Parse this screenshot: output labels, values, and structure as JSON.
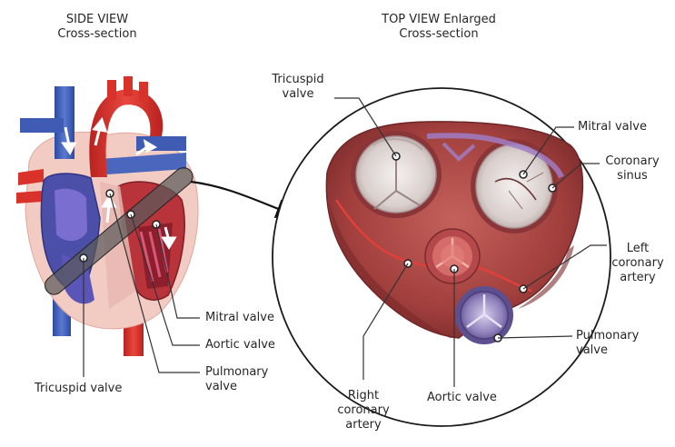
{
  "side_view": {
    "title_line1": "SIDE VIEW",
    "title_line2": "Cross-section",
    "labels": {
      "tricuspid": "Tricuspid valve",
      "mitral": "Mitral valve",
      "aortic": "Aortic valve",
      "pulmonary_line1": "Pulmonary",
      "pulmonary_line2": "valve"
    }
  },
  "top_view": {
    "title_line1": "TOP VIEW Enlarged",
    "title_line2": "Cross-section",
    "labels": {
      "tricuspid_line1": "Tricuspid",
      "tricuspid_line2": "valve",
      "mitral": "Mitral valve",
      "coronary_sinus_line1": "Coronary",
      "coronary_sinus_line2": "sinus",
      "left_coronary_line1": "Left",
      "left_coronary_line2": "coronary",
      "left_coronary_line3": "artery",
      "pulmonary_line1": "Pulmonary",
      "pulmonary_line2": "valve",
      "aortic": "Aortic valve",
      "right_coronary_line1": "Right",
      "right_coronary_line2": "coronary",
      "right_coronary_line3": "artery"
    }
  },
  "colors": {
    "vein_blue": "#3f5bb3",
    "artery_red": "#d8322a",
    "myocardium": "#a8403c",
    "tissue_pink": "#f0c7c0",
    "valve_white": "#e9e3e1",
    "valve_purple": "#9b8ec0"
  }
}
